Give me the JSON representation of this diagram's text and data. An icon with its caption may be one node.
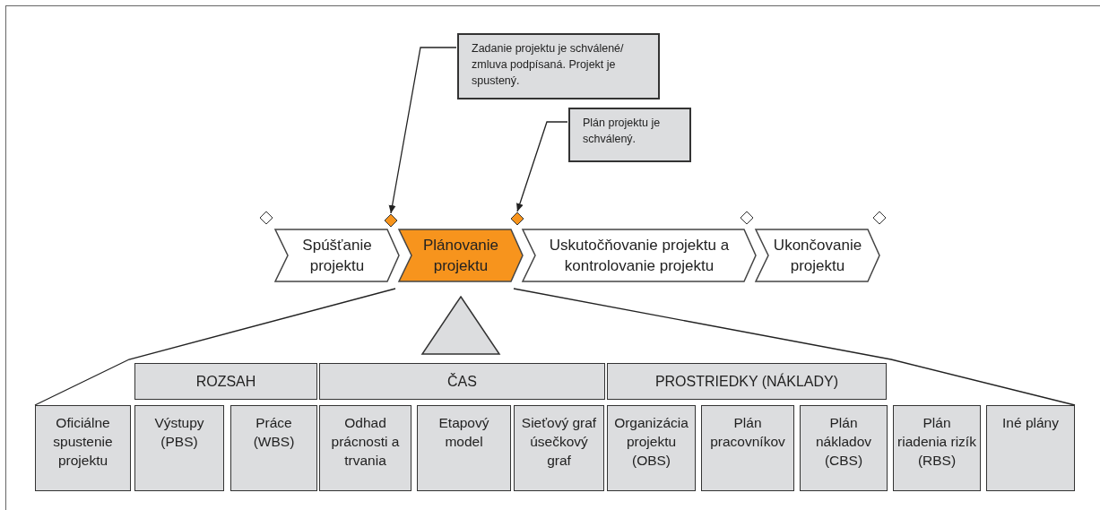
{
  "diagram": {
    "nodes": [
      {
        "text": [
          "Zadanie projektu je schválené/ zmluva podpísaná. Projekt je spustený."
        ]
      },
      {
        "text": [
          "Plán projektu je schválený."
        ]
      },
      {
        "text": [],
        "shape": "diamond"
      },
      {
        "text": [],
        "shape": "diamond"
      },
      {
        "text": [],
        "shape": "diamond"
      },
      {
        "text": [],
        "shape": "diamond"
      },
      {
        "text": [],
        "shape": "diamond"
      },
      {
        "text": [
          "Spúšťanie projektu"
        ]
      },
      {
        "text": [
          "Plánovanie projektu"
        ]
      },
      {
        "text": [
          "Uskutočňovanie projektu a kontrolovanie projektu"
        ]
      },
      {
        "text": [
          "Ukončovanie projektu"
        ]
      },
      {
        "text": [
          "ROZSAH"
        ]
      },
      {
        "text": [
          "ČAS"
        ]
      },
      {
        "text": [
          "PROSTRIEDKY (NÁKLADY)"
        ]
      },
      {
        "text": [
          "Oficiálne spustenie projektu"
        ]
      },
      {
        "text": [
          "Výstupy (PBS)"
        ]
      },
      {
        "text": [
          "Práce (WBS)"
        ]
      },
      {
        "text": [
          "Odhad prácnosti a trvania"
        ]
      },
      {
        "text": [
          "Etapový model"
        ]
      },
      {
        "text": [
          "Sieťový graf úsečkový graf"
        ]
      },
      {
        "text": [
          "Organizácia projektu (OBS)"
        ]
      },
      {
        "text": [
          "Plán pracovníkov"
        ]
      },
      {
        "text": [
          "Plán nákladov (CBS)"
        ]
      },
      {
        "text": [
          "Plán riadenia rizík (RBS)"
        ]
      },
      {
        "text": [
          "Iné plány"
        ]
      },
      {
        "text": [],
        "shape": "triangle"
      }
    ],
    "edges": [
      {
        "from": 0,
        "to": 3,
        "arrow": "to"
      },
      {
        "from": 1,
        "to": 4,
        "arrow": "to"
      },
      {
        "from": 8,
        "to": 14,
        "arrow": "none"
      },
      {
        "from": 8,
        "to": 24,
        "arrow": "none"
      }
    ]
  }
}
